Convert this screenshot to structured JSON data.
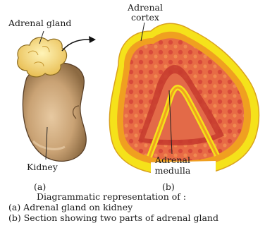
{
  "labels": {
    "adrenal_gland": "Adrenal gland",
    "adrenal_cortex_1": "Adrenal",
    "adrenal_cortex_2": "cortex",
    "kidney": "Kidney",
    "adrenal_medulla_1": "Adrenal",
    "adrenal_medulla_2": "medulla",
    "panel_a": "(a)",
    "panel_b": "(b)"
  },
  "caption": {
    "title": "Diagrammatic representation of :",
    "line_a": "(a) Adrenal gland on kidney",
    "line_b": "(b) Section showing two parts of adrenal gland"
  },
  "colors": {
    "cortex_yellow": "#f5e21a",
    "cortex_orange": "#f0a020",
    "medulla_red": "#e0504a",
    "kidney_tan": "#c9a274",
    "gland_yellow": "#f0d070"
  }
}
